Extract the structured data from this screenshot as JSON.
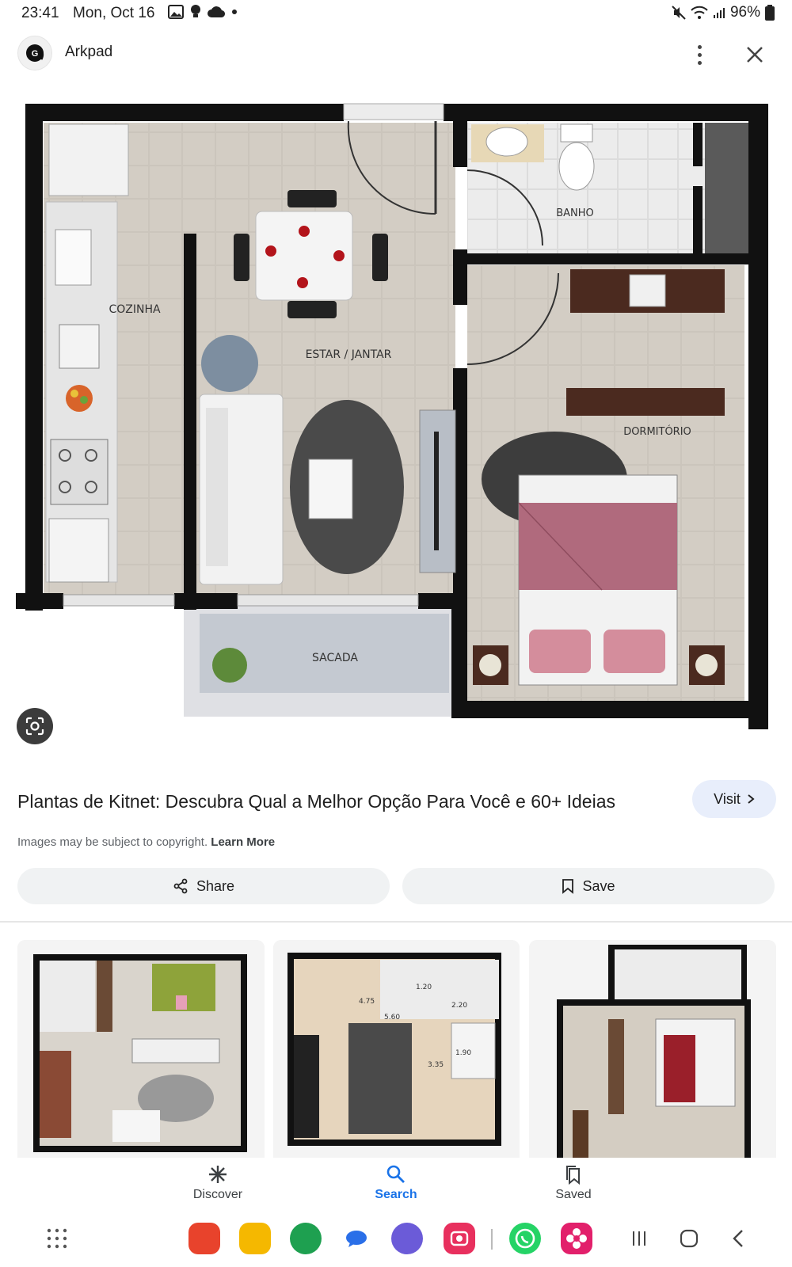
{
  "status_bar": {
    "time": "23:41",
    "date": "Mon, Oct 16",
    "battery": "96%"
  },
  "header": {
    "site_name": "Arkpad",
    "logo_letter": "G"
  },
  "floorplan": {
    "labels": {
      "cozinha": "COZINHA",
      "estar_jantar": "ESTAR / JANTAR",
      "banho": "BANHO",
      "dormitorio": "DORMITÓRIO",
      "sacada": "SACADA"
    }
  },
  "result": {
    "title": "Plantas de Kitnet: Descubra Qual a Melhor Opção Para Você e 60+ Ideias",
    "visit_label": "Visit",
    "copyright_text": "Images may be subject to copyright.",
    "learn_more": "Learn More",
    "share_label": "Share",
    "save_label": "Save"
  },
  "related_plans": {
    "r2_dims": [
      "4.75",
      "5.60",
      "2.20",
      "1.20",
      "1.90",
      "3.35"
    ]
  },
  "bottom_nav": {
    "discover": "Discover",
    "search": "Search",
    "saved": "Saved"
  },
  "colors": {
    "accent": "#1a73e8",
    "visit_bg": "#e8eefb",
    "pill_bg": "#f0f2f3",
    "bed_pink": "#b06a7d",
    "floor": "#c9c3ba"
  }
}
